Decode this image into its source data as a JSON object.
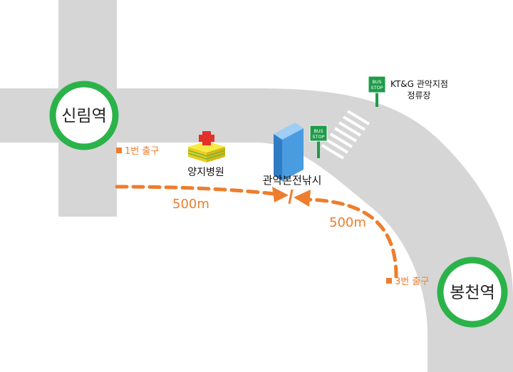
{
  "stations": {
    "sillim": "신림역",
    "bongcheon": "봉천역"
  },
  "exits": {
    "sillim_exit": "1번 출구",
    "bongcheon_exit": "3번 출구"
  },
  "landmarks": {
    "hospital": "양지병원",
    "shop": "관악본전낚시",
    "bus_stop_name_line1": "KT&G 관악지점",
    "bus_stop_name_line2": "정류장"
  },
  "bus_sign": {
    "line1": "BUS",
    "line2": "STOP"
  },
  "distances": {
    "from_sillim": "500m",
    "from_bongcheon": "500m"
  },
  "colors": {
    "road": "#d6d6d6",
    "station_ring": "#2bb34a",
    "route": "#ee7d2d",
    "building": "#3d8fd6",
    "hospital": "#f3e23a",
    "bus_sign": "#1f9b49"
  },
  "icons": {
    "hospital": "red-cross-hospital-icon",
    "shop": "blue-building-icon",
    "bus_stop": "bus-stop-sign-icon"
  }
}
